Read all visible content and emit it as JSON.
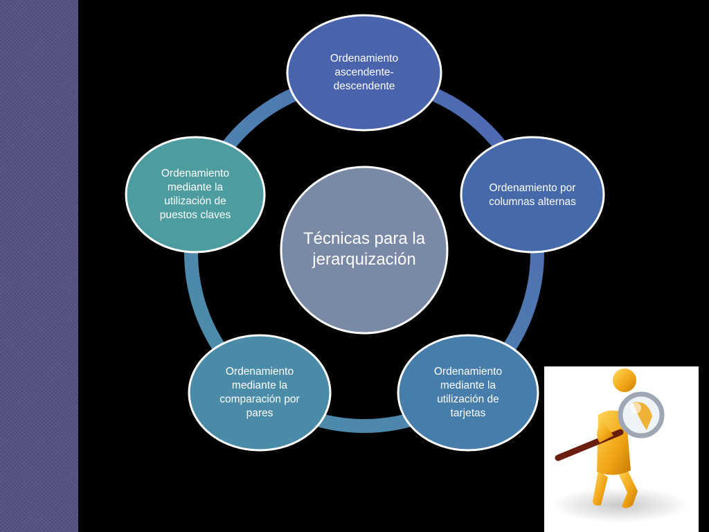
{
  "slide": {
    "center_label": "Técnicas para la jerarquización",
    "nodes": [
      {
        "label": "Ordenamiento ascendente-descendente",
        "color": "#4A63AD"
      },
      {
        "label": "Ordenamiento por columnas alternas",
        "color": "#4669A9"
      },
      {
        "label": "Ordenamiento mediante la utilización de tarjetas",
        "color": "#467DAA"
      },
      {
        "label": "Ordenamiento mediante la comparación por pares",
        "color": "#4A8BA7"
      },
      {
        "label": "Ordenamiento mediante la utilización de puestos claves",
        "color": "#4C9CA0"
      }
    ],
    "center_color": "#7A8AA6",
    "side_band_color": "#545283",
    "illustration": "figure-with-magnifying-glass-icon"
  }
}
